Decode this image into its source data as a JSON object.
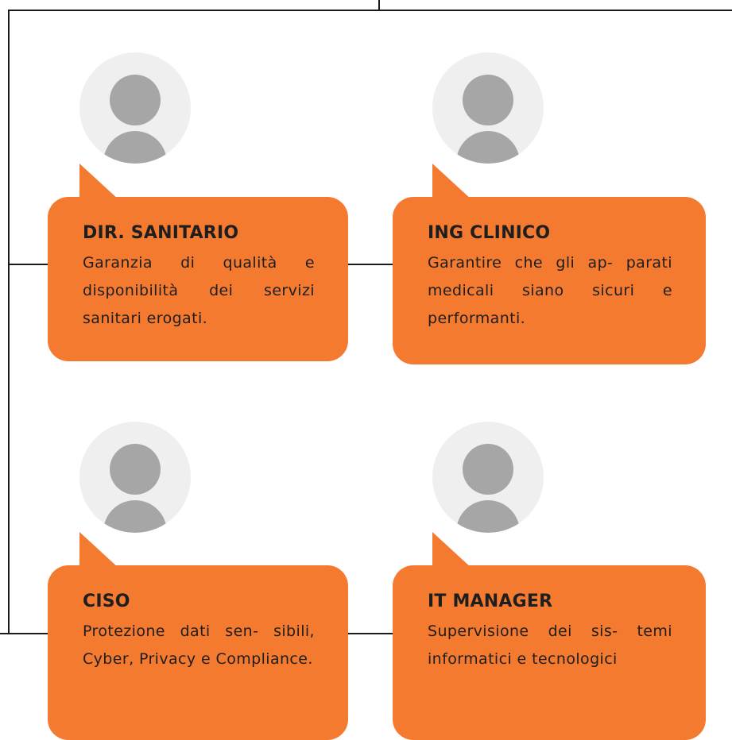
{
  "colors": {
    "card": "#f47a30",
    "line": "#1a1a1a",
    "avatar_bg": "#efefef",
    "avatar_fg": "#a6a6a6"
  },
  "roles": [
    {
      "title": "DIR. SANITARIO",
      "lines": [
        "Garanzia di qualità",
        "e disponibilità dei",
        "servizi sanitari erogati."
      ]
    },
    {
      "title": "ING CLINICO",
      "lines": [
        "Garantire che gli ap-",
        "parati medicali siano",
        "sicuri e performanti."
      ]
    },
    {
      "title": "CISO",
      "lines": [
        "Protezione dati sen-",
        "sibili, Cyber, Privacy e",
        "Compliance."
      ]
    },
    {
      "title": "IT MANAGER",
      "lines": [
        "Supervisione dei sis-",
        "temi informatici e",
        "tecnologici"
      ]
    }
  ]
}
